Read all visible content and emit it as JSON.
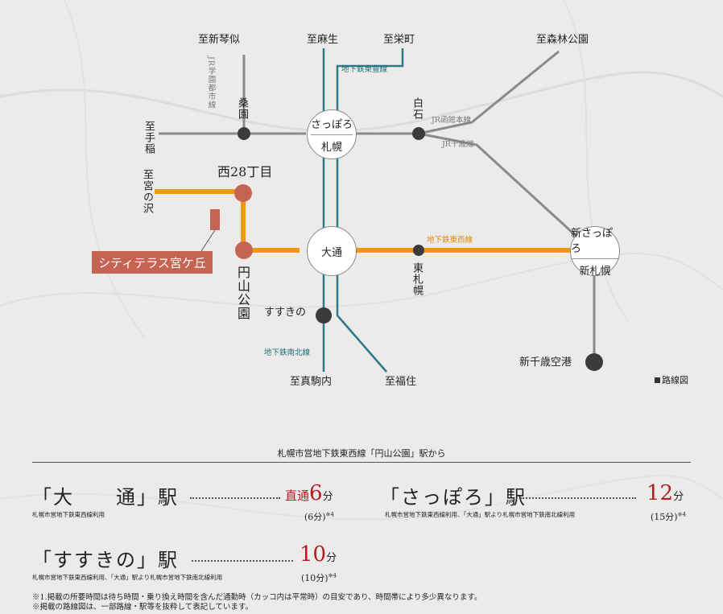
{
  "map": {
    "destinations": {
      "shin_kotoni": "至新琴似",
      "asabu": "至麻生",
      "sakaemachi": "至栄町",
      "shinrin_koen": "至森林公園",
      "teine": "至手稲",
      "miyanosawa": "至宮の沢",
      "makomanai": "至真駒内",
      "fukuzumi": "至福住"
    },
    "stations": {
      "sapporo_top": "さっぽろ",
      "sapporo_bottom": "札幌",
      "odori": "大通",
      "shin_sapporo_top": "新さっぽろ",
      "shin_sapporo_bottom": "新札幌",
      "kuwazono": "桑園",
      "shiroishi": "白石",
      "nishi28": "西28丁目",
      "maruyama": "円山公園",
      "susukino": "すすきの",
      "higashi_sapporo": "東札幌",
      "new_chitose": "新千歳空港"
    },
    "lines": {
      "jr_gakuen": "JR学園都市線",
      "toho": "地下鉄東豊線",
      "hakodate": "JR函館本線",
      "chitose": "JR千歳線",
      "tozai": "地下鉄東西線",
      "nanboku": "地下鉄南北線"
    },
    "property": "シティテラス宮ケ丘",
    "legend": "路線図",
    "colors": {
      "tozai": "#f0960f",
      "toho_nanboku": "#2b7a8b",
      "jr": "#8a8a8a",
      "property": "#c56452",
      "station_dot": "#3b3b3b"
    }
  },
  "access": {
    "title": "札幌市営地下鉄東西線「円山公園」駅から",
    "routes": [
      {
        "name": "「大　　通」駅",
        "note": "札幌市営地下鉄東西線利用",
        "prefix": "直通",
        "minutes": "6",
        "unit": "分",
        "alt": "(6分)",
        "mark": "※4"
      },
      {
        "name": "「さっぽろ」駅",
        "note": "札幌市営地下鉄東西線利用、「大通」駅より札幌市営地下鉄南北線利用",
        "minutes": "12",
        "unit": "分",
        "alt": "(15分)",
        "mark": "※4"
      },
      {
        "name": "「すすきの」駅",
        "note": "札幌市営地下鉄東西線利用、「大通」駅より札幌市営地下鉄南北線利用",
        "minutes": "10",
        "unit": "分",
        "alt": "(10分)",
        "mark": "※4"
      }
    ],
    "footnotes": [
      "※1.掲載の所要時間は待ち時間・乗り換え時間を含んだ通勤時（カッコ内は平常時）の目安であり、時間帯により多少異なります。",
      "※掲載の路線図は、一部路線・駅等を抜粋して表記しています。"
    ]
  }
}
